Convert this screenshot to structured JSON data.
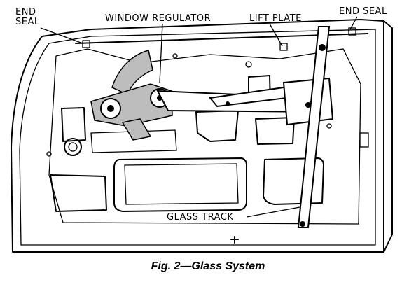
{
  "labels": {
    "end_seal_left_1": "END",
    "end_seal_left_2": "SEAL",
    "window_regulator": "WINDOW REGULATOR",
    "lift_plate": "LIFT PLATE",
    "end_seal_right": "END SEAL",
    "glass_track": "GLASS TRACK"
  },
  "caption": "Fig. 2—Glass System",
  "colors": {
    "line": "#000000",
    "background": "#ffffff",
    "regulator_fill": "#bdbdbd"
  }
}
